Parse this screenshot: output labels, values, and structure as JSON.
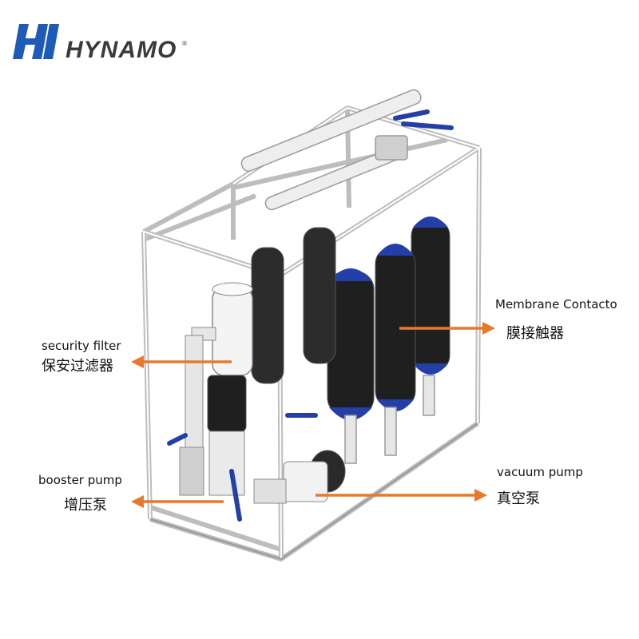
{
  "brand": {
    "name": "HYNAMO",
    "registered_mark": "®",
    "color": "#1e5bb8"
  },
  "colors": {
    "arrow": "#e8782a",
    "frame": "#d9d9d9",
    "vessel": "#2b2b2b",
    "cap_blue": "#2440a8",
    "pipe": "#e6e6e6"
  },
  "labels": {
    "security_filter": {
      "en": "security filter",
      "zh": "保安过滤器"
    },
    "booster_pump": {
      "en": "booster pump",
      "zh": "增压泵"
    },
    "membrane_contactor": {
      "en": "Membrane Contacto",
      "zh": "膜接触器"
    },
    "vacuum_pump": {
      "en": "vacuum pump",
      "zh": "真空泵"
    }
  }
}
